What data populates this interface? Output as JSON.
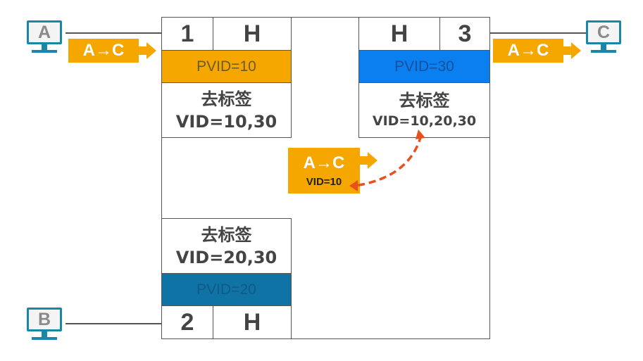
{
  "hosts": {
    "a_label": "A",
    "b_label": "B",
    "c_label": "C"
  },
  "frames": {
    "left_frame_label": "A→C",
    "right_frame_label": "A→C",
    "middle_frame_label": "A→C",
    "middle_frame_vid": "VID=10"
  },
  "ports": {
    "p1": {
      "number": "1",
      "mode": "H",
      "pvid": "PVID=10",
      "action": "去标签",
      "vid": "VID=10,30"
    },
    "p2": {
      "number": "2",
      "mode": "H",
      "pvid": "PVID=20",
      "action": "去标签",
      "vid": "VID=20,30"
    },
    "p3": {
      "number": "3",
      "mode": "H",
      "pvid": "PVID=30",
      "action": "去标签",
      "vid": "VID=10,20,30"
    }
  },
  "colors": {
    "orange": "#f5a700",
    "blue": "#0a7ff0",
    "teal": "#0f73a6",
    "arrow_dash": "#e8501c",
    "monitor": "#1a86a8"
  },
  "icons": [
    "monitor-icon",
    "arrow-right-icon",
    "dashed-curved-arrow-icon"
  ]
}
